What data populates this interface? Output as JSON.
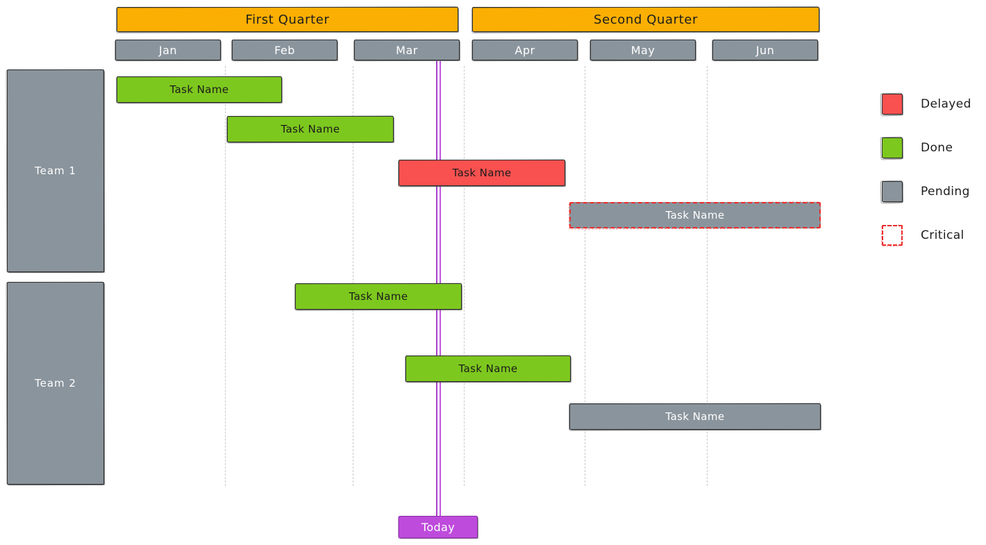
{
  "chart_data": {
    "type": "gantt",
    "title": "",
    "axis": {
      "quarters": [
        {
          "label": "First Quarter",
          "start_month": "Jan",
          "end_month": "Mar"
        },
        {
          "label": "Second Quarter",
          "start_month": "Apr",
          "end_month": "Jun"
        }
      ],
      "months": [
        "Jan",
        "Feb",
        "Mar",
        "Apr",
        "May",
        "Jun"
      ],
      "gridlines": true
    },
    "today_marker": {
      "label": "Today",
      "month": "Mar",
      "color": "#BE4BDC"
    },
    "sections": [
      {
        "label": "Team 1",
        "tasks": [
          {
            "label": "Task Name",
            "status": "done",
            "start": "Jan",
            "end": "early Feb"
          },
          {
            "label": "Task Name",
            "status": "done",
            "start": "Feb",
            "end": "early Mar"
          },
          {
            "label": "Task Name",
            "status": "delayed",
            "start": "mid Mar",
            "end": "mid Apr"
          },
          {
            "label": "Task Name",
            "status": "critical",
            "start": "Apr",
            "end": "Jun"
          }
        ]
      },
      {
        "label": "Team 2",
        "tasks": [
          {
            "label": "Task Name",
            "status": "done",
            "start": "mid Feb",
            "end": "mid Mar"
          },
          {
            "label": "Task Name",
            "status": "done",
            "start": "mid Mar",
            "end": "mid Apr"
          },
          {
            "label": "Task Name",
            "status": "pending",
            "start": "Apr",
            "end": "Jun"
          }
        ]
      }
    ],
    "legend": {
      "position": "right",
      "items": [
        {
          "label": "Delayed",
          "status": "delayed",
          "color": "#F9514F"
        },
        {
          "label": "Done",
          "status": "done",
          "color": "#7DC81E"
        },
        {
          "label": "Pending",
          "status": "pending",
          "color": "#8A949C"
        },
        {
          "label": "Critical",
          "status": "critical",
          "color": "#ec2c2c"
        }
      ]
    },
    "colors": {
      "quarter_header": "#FCAF03",
      "month_header": "#8A949C",
      "section": "#8A949C",
      "done": "#7DC81E",
      "delayed": "#F9514F",
      "pending": "#8A949C",
      "critical_border": "#ec2c2c",
      "today": "#BE4BDC",
      "grid": "#c9c9c9"
    }
  }
}
